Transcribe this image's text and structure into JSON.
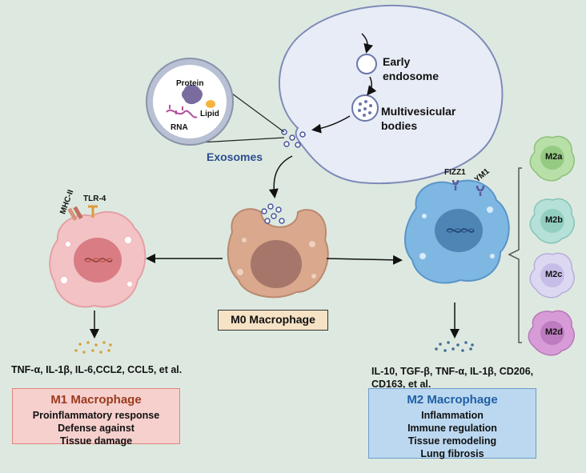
{
  "cell": {
    "early_endosome": [
      "Early",
      "endosome"
    ],
    "multivesicular_bodies": [
      "Multivesicular",
      "bodies"
    ],
    "exosomes": "Exosomes"
  },
  "cargo": {
    "protein": "Protein",
    "lipid": "Lipid",
    "rna": "RNA"
  },
  "m0": {
    "label": "M0 Macrophage"
  },
  "m1": {
    "receptors": [
      "MHC-II",
      "TLR-4"
    ],
    "cytokines": "TNF-α, IL-1β, IL-6,CCL2, CCL5, et al.",
    "title": "M1 Macrophage",
    "lines": [
      "Proinflammatory response",
      "Defense against",
      "Tissue damage"
    ]
  },
  "m2": {
    "receptors": [
      "FIZZ1",
      "YM1"
    ],
    "cytokines": [
      "IL-10, TGF-β,  TNF-α, IL-1β, CD206,",
      "CD163, et al."
    ],
    "title": "M2 Macrophage",
    "lines": [
      "Inflammation",
      "Immune regulation",
      "Tissue remodeling",
      "Lung fibrosis"
    ],
    "subtypes": [
      "M2a",
      "M2b",
      "M2c",
      "M2d"
    ]
  },
  "colors": {
    "background": "#dde9e0",
    "m1_cell": "#f3c2c4",
    "m0_cell": "#d9a88d",
    "m2_cell": "#7fb7e3",
    "m1_title": "#9a3a1c",
    "m2_title": "#1f5fa6"
  }
}
